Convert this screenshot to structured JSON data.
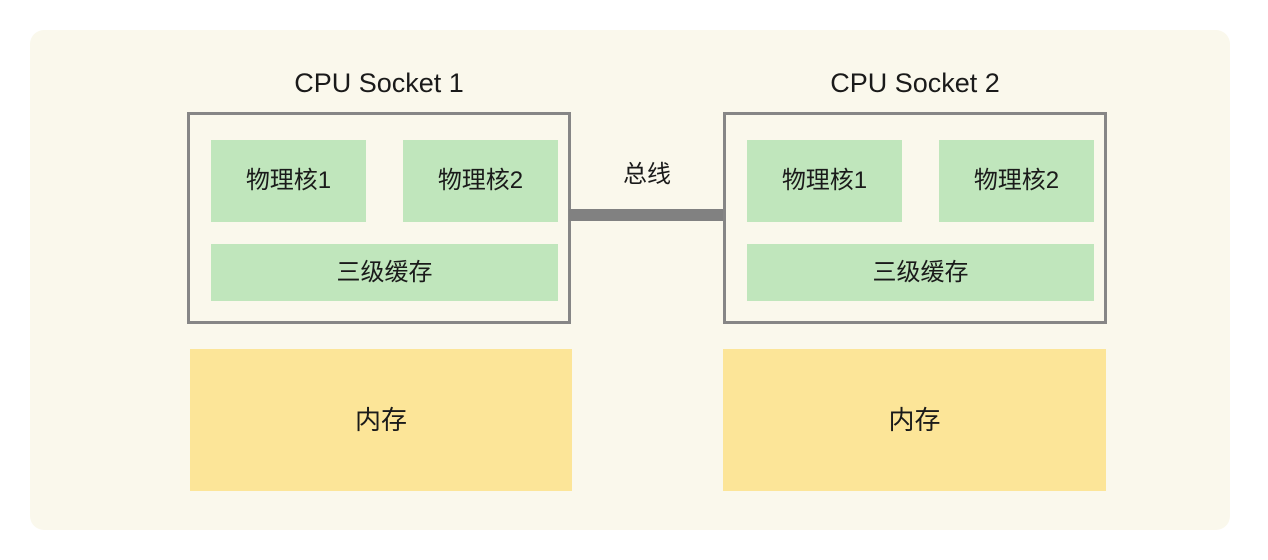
{
  "diagram": {
    "title_not_shown": "",
    "background_color": "#ffffff",
    "panel_color": "#faf8ec",
    "accent_core_color": "#c0e6bc",
    "accent_memory_color": "#fce598",
    "border_color": "#868686",
    "bus_color": "#818181"
  },
  "sockets": [
    {
      "title": "CPU Socket 1",
      "cores": [
        {
          "label": "物理核1"
        },
        {
          "label": "物理核2"
        }
      ],
      "cache": {
        "label": "三级缓存"
      },
      "memory": {
        "label": "内存"
      }
    },
    {
      "title": "CPU Socket 2",
      "cores": [
        {
          "label": "物理核1"
        },
        {
          "label": "物理核2"
        }
      ],
      "cache": {
        "label": "三级缓存"
      },
      "memory": {
        "label": "内存"
      }
    }
  ],
  "interconnect": {
    "label": "总线"
  }
}
